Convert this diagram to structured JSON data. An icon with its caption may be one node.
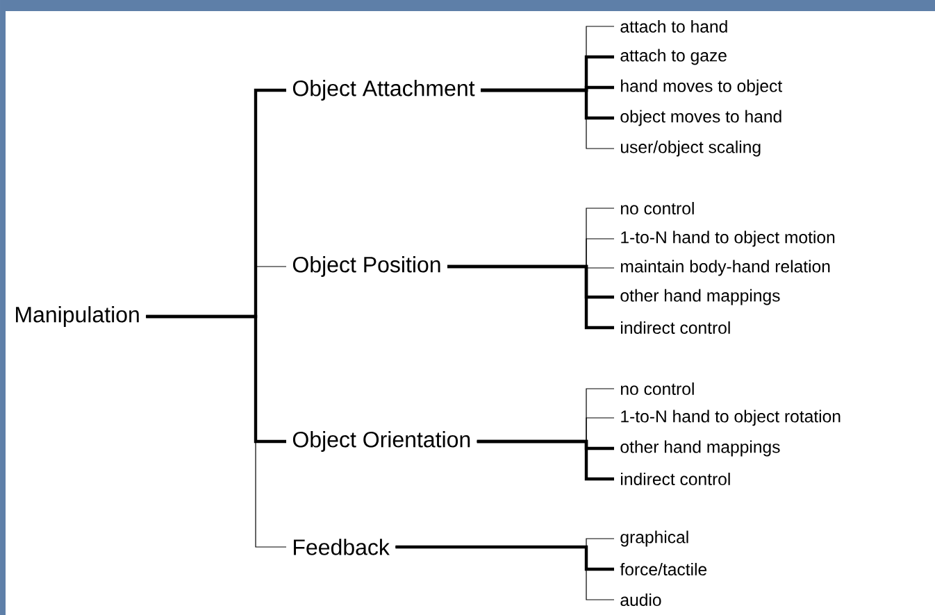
{
  "diagram": {
    "nodes": [
      {
        "text": [
          "Manipulation"
        ]
      },
      {
        "text": [
          "Object Attachment"
        ]
      },
      {
        "text": [
          "Object Position"
        ]
      },
      {
        "text": [
          "Object Orientation"
        ]
      },
      {
        "text": [
          "Feedback"
        ]
      },
      {
        "text": [
          "attach to hand"
        ]
      },
      {
        "text": [
          "attach to gaze"
        ]
      },
      {
        "text": [
          "hand moves to object"
        ]
      },
      {
        "text": [
          "object moves to hand"
        ]
      },
      {
        "text": [
          "user/object scaling"
        ]
      },
      {
        "text": [
          "no control"
        ]
      },
      {
        "text": [
          "1-to-N hand to object motion"
        ]
      },
      {
        "text": [
          "maintain body-hand relation"
        ]
      },
      {
        "text": [
          "other hand mappings"
        ]
      },
      {
        "text": [
          "indirect control"
        ]
      },
      {
        "text": [
          "no control"
        ]
      },
      {
        "text": [
          "1-to-N hand to object rotation"
        ]
      },
      {
        "text": [
          "other hand mappings"
        ]
      },
      {
        "text": [
          "indirect control"
        ]
      },
      {
        "text": [
          "graphical"
        ]
      },
      {
        "text": [
          "force/tactile"
        ]
      },
      {
        "text": [
          "audio"
        ]
      }
    ],
    "edges": [
      {
        "from": 0,
        "to": 1,
        "arrow": "none",
        "style": "thick"
      },
      {
        "from": 0,
        "to": 2,
        "arrow": "none"
      },
      {
        "from": 0,
        "to": 3,
        "arrow": "none",
        "style": "thick"
      },
      {
        "from": 0,
        "to": 4,
        "arrow": "none"
      },
      {
        "from": 1,
        "to": 5,
        "arrow": "none"
      },
      {
        "from": 1,
        "to": 6,
        "arrow": "none",
        "style": "thick"
      },
      {
        "from": 1,
        "to": 7,
        "arrow": "none",
        "style": "thick"
      },
      {
        "from": 1,
        "to": 8,
        "arrow": "none",
        "style": "thick"
      },
      {
        "from": 1,
        "to": 9,
        "arrow": "none"
      },
      {
        "from": 2,
        "to": 10,
        "arrow": "none"
      },
      {
        "from": 2,
        "to": 11,
        "arrow": "none"
      },
      {
        "from": 2,
        "to": 12,
        "arrow": "none"
      },
      {
        "from": 2,
        "to": 13,
        "arrow": "none",
        "style": "thick"
      },
      {
        "from": 2,
        "to": 14,
        "arrow": "none",
        "style": "thick"
      },
      {
        "from": 3,
        "to": 15,
        "arrow": "none"
      },
      {
        "from": 3,
        "to": 16,
        "arrow": "none"
      },
      {
        "from": 3,
        "to": 17,
        "arrow": "none",
        "style": "thick"
      },
      {
        "from": 3,
        "to": 18,
        "arrow": "none",
        "style": "thick"
      },
      {
        "from": 4,
        "to": 19,
        "arrow": "none"
      },
      {
        "from": 4,
        "to": 20,
        "arrow": "none",
        "style": "thick"
      },
      {
        "from": 4,
        "to": 21,
        "arrow": "none"
      }
    ]
  }
}
